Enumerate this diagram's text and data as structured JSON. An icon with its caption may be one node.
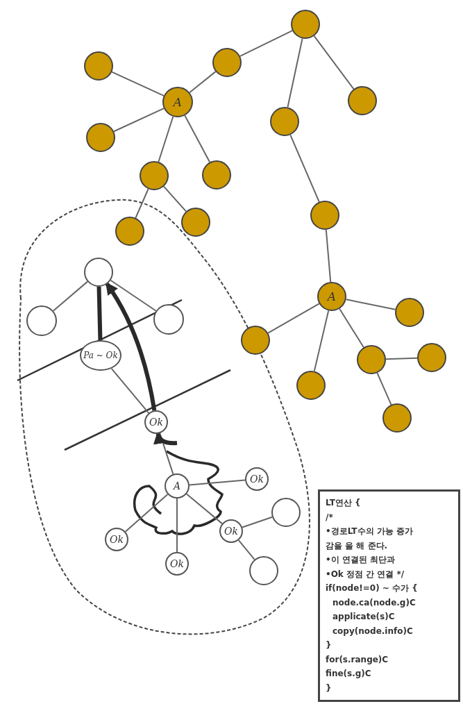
{
  "diagram": {
    "nodes": [
      {
        "text": [],
        "shape": "circle"
      },
      {
        "text": [],
        "shape": "circle"
      },
      {
        "text": [
          "A"
        ]
      },
      {
        "text": [],
        "shape": "circle"
      },
      {
        "text": [],
        "shape": "circle"
      },
      {
        "text": [],
        "shape": "circle"
      },
      {
        "text": [],
        "shape": "circle"
      },
      {
        "text": [],
        "shape": "circle"
      },
      {
        "text": [],
        "shape": "circle"
      },
      {
        "text": [],
        "shape": "circle"
      },
      {
        "text": [],
        "shape": "circle"
      },
      {
        "text": [],
        "shape": "circle"
      },
      {
        "text": [
          "A"
        ]
      },
      {
        "text": [],
        "shape": "circle"
      },
      {
        "text": [],
        "shape": "circle"
      },
      {
        "text": [],
        "shape": "circle"
      },
      {
        "text": [],
        "shape": "circle"
      },
      {
        "text": [],
        "shape": "circle"
      },
      {
        "text": [],
        "shape": "circle"
      },
      {
        "text": [],
        "shape": "circle"
      },
      {
        "text": [],
        "shape": "circle"
      },
      {
        "text": [],
        "shape": "circle"
      },
      {
        "text": [
          "Pa ~ Ok"
        ]
      },
      {
        "text": [
          "Ok"
        ]
      },
      {
        "text": [
          "A"
        ]
      },
      {
        "text": [
          "Ok"
        ]
      },
      {
        "text": [
          "Ok"
        ]
      },
      {
        "text": [
          "Ok"
        ]
      },
      {
        "text": [
          "Ok"
        ]
      },
      {
        "text": [],
        "shape": "circle"
      },
      {
        "text": [],
        "shape": "circle"
      },
      {
        "text": [
          "LT연산 {",
          "/*",
          "•경로LT수의 가능 증가",
          "감을 을 해 준다.",
          "•이 연결된 최단과",
          "•Ok 정점 간 연결 */",
          "if(node!=0) ~ 수가 {",
          "node.ca(node.g)C",
          "applicate(s)C",
          "copy(node.info)C",
          "}",
          "for(s.range)C",
          "fine(s.g)C",
          "}"
        ]
      }
    ],
    "edges": [
      {
        "from": 0,
        "to": 1,
        "arrow": "none"
      },
      {
        "from": 1,
        "to": 2,
        "arrow": "none"
      },
      {
        "from": 2,
        "to": 3,
        "arrow": "none"
      },
      {
        "from": 2,
        "to": 4,
        "arrow": "none"
      },
      {
        "from": 2,
        "to": 5,
        "arrow": "none"
      },
      {
        "from": 2,
        "to": 6,
        "arrow": "none"
      },
      {
        "from": 5,
        "to": 7,
        "arrow": "none"
      },
      {
        "from": 5,
        "to": 8,
        "arrow": "none"
      },
      {
        "from": 0,
        "to": 9,
        "arrow": "none"
      },
      {
        "from": 0,
        "to": 10,
        "arrow": "none"
      },
      {
        "from": 9,
        "to": 11,
        "arrow": "none"
      },
      {
        "from": 11,
        "to": 12,
        "arrow": "none"
      },
      {
        "from": 12,
        "to": 13,
        "arrow": "none"
      },
      {
        "from": 12,
        "to": 14,
        "arrow": "none"
      },
      {
        "from": 12,
        "to": 15,
        "arrow": "none"
      },
      {
        "from": 12,
        "to": 16,
        "arrow": "none"
      },
      {
        "from": 16,
        "to": 17,
        "arrow": "none"
      },
      {
        "from": 16,
        "to": 18,
        "arrow": "none"
      },
      {
        "from": 19,
        "to": 20,
        "arrow": "none"
      },
      {
        "from": 19,
        "to": 21,
        "arrow": "none"
      },
      {
        "from": 22,
        "to": 19,
        "arrow": "none",
        "style": "thick"
      },
      {
        "from": 23,
        "to": 19,
        "arrow": "to",
        "style": "thick"
      },
      {
        "from": 22,
        "to": 23,
        "arrow": "none"
      },
      {
        "from": 24,
        "to": 23,
        "arrow": "none"
      },
      {
        "from": null,
        "to": 23,
        "arrow": "to",
        "style": "thick"
      },
      {
        "from": 24,
        "to": 25,
        "arrow": "none"
      },
      {
        "from": 24,
        "to": 26,
        "arrow": "none"
      },
      {
        "from": 24,
        "to": 27,
        "arrow": "none"
      },
      {
        "from": 24,
        "to": 28,
        "arrow": "none"
      },
      {
        "from": 28,
        "to": 29,
        "arrow": "none"
      },
      {
        "from": 28,
        "to": 30,
        "arrow": "none"
      }
    ]
  }
}
